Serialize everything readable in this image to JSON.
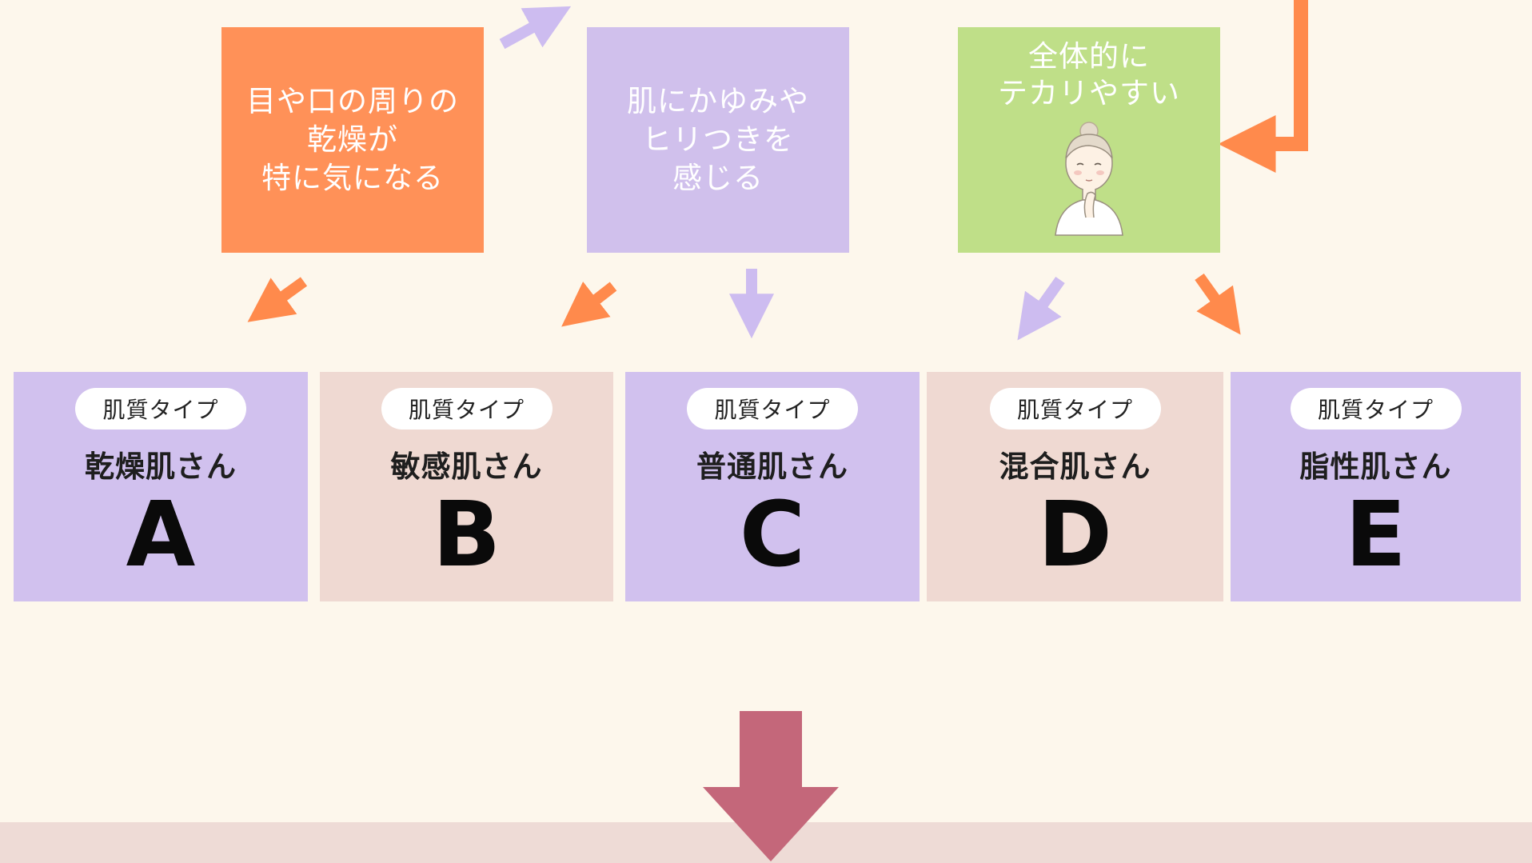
{
  "questions": [
    {
      "text": "目や口の周りの\n乾燥が\n特に気になる",
      "color": "#ff9158"
    },
    {
      "text": "肌にかゆみや\nヒリつきを\n感じる",
      "color": "#d0c0ec"
    },
    {
      "text": "全体的に\nテカリやすい",
      "color": "#bfdf88",
      "illustration": "woman-thinking-illustration"
    }
  ],
  "pill_label": "肌質タイプ",
  "results": [
    {
      "name": "乾燥肌さん",
      "letter": "A",
      "color": "#d1c1ee"
    },
    {
      "name": "敏感肌さん",
      "letter": "B",
      "color": "#efd9d2"
    },
    {
      "name": "普通肌さん",
      "letter": "C",
      "color": "#d1c1ee"
    },
    {
      "name": "混合肌さん",
      "letter": "D",
      "color": "#efd9d2"
    },
    {
      "name": "脂性肌さん",
      "letter": "E",
      "color": "#d1c1ee"
    }
  ],
  "colors": {
    "background": "#fdf7ec",
    "orange_arrow": "#ff8a4c",
    "lavender_arrow": "#cdbcf0",
    "big_arrow": "#c4677a",
    "bottom_band": "#eedbd6"
  }
}
